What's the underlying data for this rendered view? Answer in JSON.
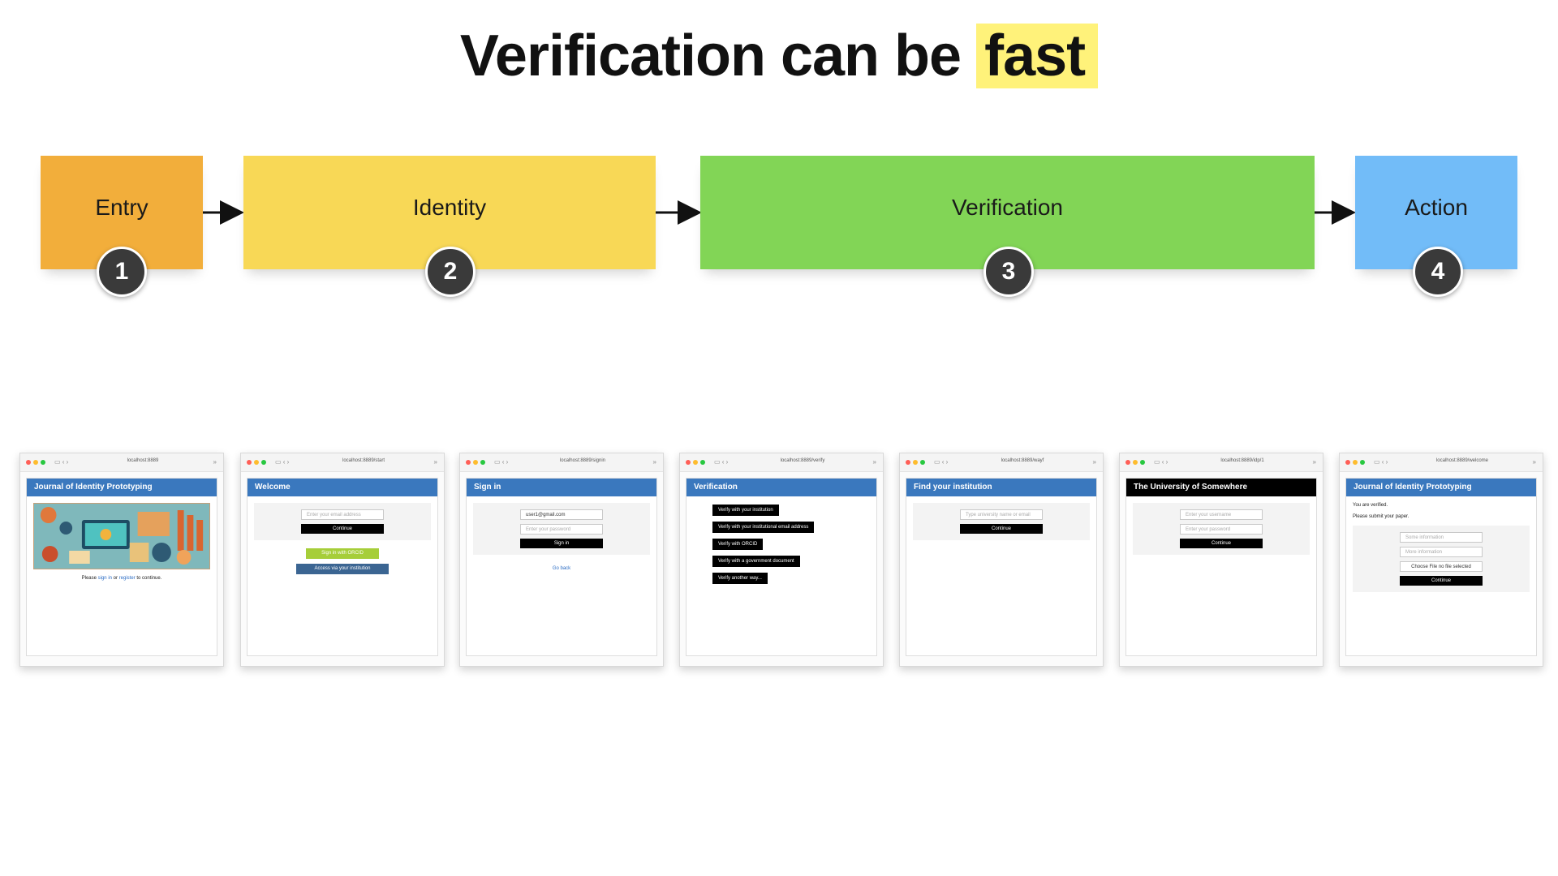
{
  "title": {
    "prefix": "Verification can be",
    "highlight": "fast"
  },
  "stages": [
    {
      "label": "Entry",
      "number": "1",
      "color": "#f2ae3b"
    },
    {
      "label": "Identity",
      "number": "2",
      "color": "#f8d856"
    },
    {
      "label": "Verification",
      "number": "3",
      "color": "#82d556"
    },
    {
      "label": "Action",
      "number": "4",
      "color": "#72bcf8"
    }
  ],
  "screens": [
    {
      "url": "localhost:8889",
      "header": "Journal of Identity Prototyping",
      "text_before": "Please",
      "link1": "sign in",
      "text_mid": "or",
      "link2": "register",
      "text_after": "to continue."
    },
    {
      "url": "localhost:8889/start",
      "header": "Welcome",
      "input_placeholder": "Enter your email address",
      "button": "Continue",
      "orcid_button": "Sign in with ORCID",
      "institution_button": "Access via your institution"
    },
    {
      "url": "localhost:8889/signin",
      "header": "Sign in",
      "email_value": "user1@gmail.com",
      "password_placeholder": "Enter your password",
      "button": "Sign in",
      "back_link": "Go back"
    },
    {
      "url": "localhost:8889/verify",
      "header": "Verification",
      "options": [
        "Verify with your institution",
        "Verify with your institutional email address",
        "Verify with ORCID",
        "Verify with a government document",
        "Verify another way..."
      ]
    },
    {
      "url": "localhost:8889/wayf",
      "header": "Find your institution",
      "input_placeholder": "Type university name or email",
      "button": "Continue"
    },
    {
      "url": "localhost:8889/idp/1",
      "header": "The University of Somewhere",
      "username_placeholder": "Enter your username",
      "password_placeholder": "Enter your password",
      "button": "Continue"
    },
    {
      "url": "localhost:8889/welcome",
      "header": "Journal of Identity Prototyping",
      "line1": "You are verified.",
      "line2": "Please submit your paper.",
      "field1_placeholder": "Some information",
      "field2_placeholder": "More information",
      "file_button": "Choose File",
      "file_status": "no file selected",
      "button": "Continue"
    }
  ]
}
